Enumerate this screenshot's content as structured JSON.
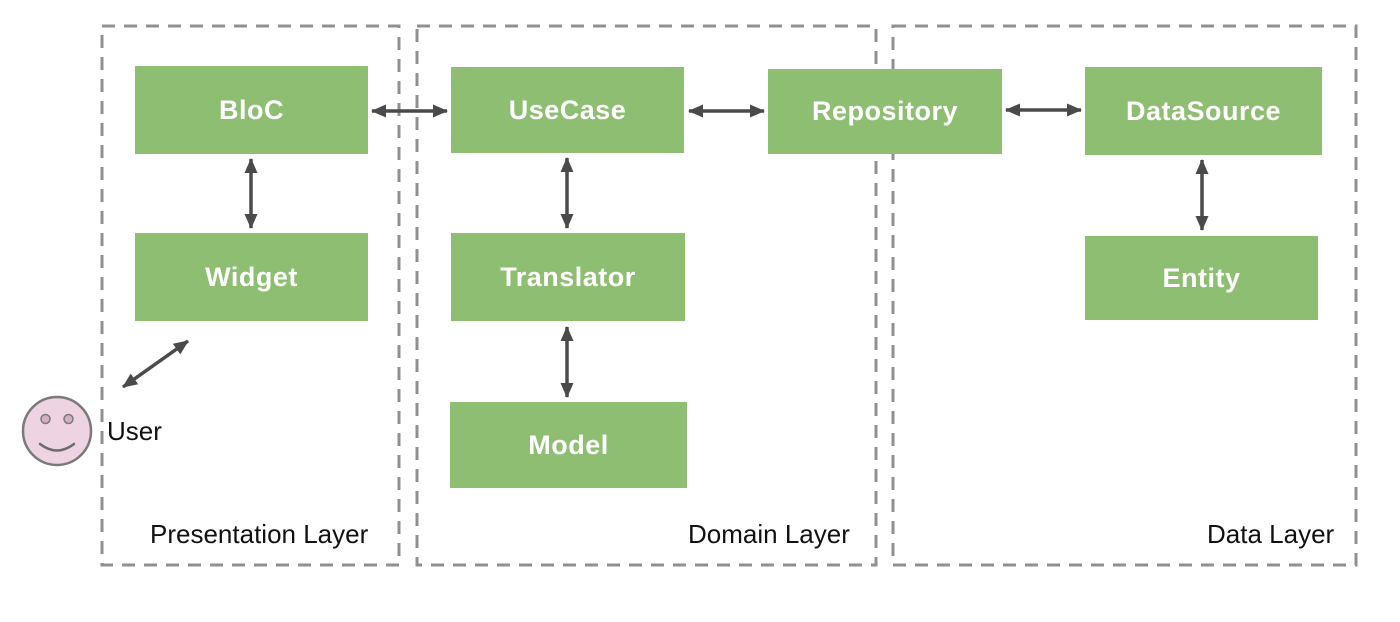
{
  "diagram": {
    "type": "architecture-layer-diagram",
    "layers": [
      {
        "id": "presentation",
        "label": "Presentation Layer"
      },
      {
        "id": "domain",
        "label": "Domain Layer"
      },
      {
        "id": "data",
        "label": "Data Layer"
      }
    ],
    "nodes": {
      "bloc": "BloC",
      "widget": "Widget",
      "usecase": "UseCase",
      "translator": "Translator",
      "model": "Model",
      "repository": "Repository",
      "datasource": "DataSource",
      "entity": "Entity"
    },
    "actor": {
      "label": "User",
      "icon": "smiley-face-icon"
    },
    "connections": [
      {
        "from": "User",
        "to": "Widget",
        "bidirectional": true
      },
      {
        "from": "Widget",
        "to": "BloC",
        "bidirectional": true
      },
      {
        "from": "BloC",
        "to": "UseCase",
        "bidirectional": true
      },
      {
        "from": "UseCase",
        "to": "Translator",
        "bidirectional": true
      },
      {
        "from": "Translator",
        "to": "Model",
        "bidirectional": true
      },
      {
        "from": "UseCase",
        "to": "Repository",
        "bidirectional": true
      },
      {
        "from": "Repository",
        "to": "DataSource",
        "bidirectional": true
      },
      {
        "from": "DataSource",
        "to": "Entity",
        "bidirectional": true
      }
    ],
    "notes": {
      "repository_placement": "Repository box straddles the boundary between Domain Layer and Data Layer"
    },
    "colors": {
      "node_fill": "#8ebe72",
      "node_text": "#ffffff",
      "arrow": "#4a4a4a",
      "layer_border": "#909090",
      "actor_face_fill": "#eed3e3",
      "actor_face_stroke": "#7a7a7a",
      "label_text": "#111111",
      "background": "#ffffff"
    }
  }
}
